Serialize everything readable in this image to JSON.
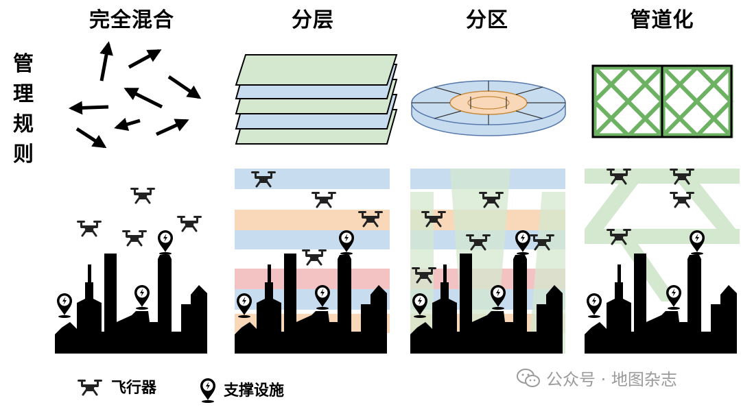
{
  "columns": [
    {
      "title": "完全混合"
    },
    {
      "title": "分层"
    },
    {
      "title": "分区"
    },
    {
      "title": "管道化"
    }
  ],
  "row_label": [
    "管",
    "理",
    "规",
    "则"
  ],
  "legend": {
    "drone_label": "飞行器",
    "facility_label": "支撑设施"
  },
  "watermark": {
    "text": "公众号 · 地图杂志"
  },
  "colors": {
    "green": "#d3e8cf",
    "blue": "#c8dcf0",
    "orange": "#f8d8b8",
    "red": "#f3c3c3",
    "lattice_green": "#6cb262",
    "black": "#000000"
  }
}
